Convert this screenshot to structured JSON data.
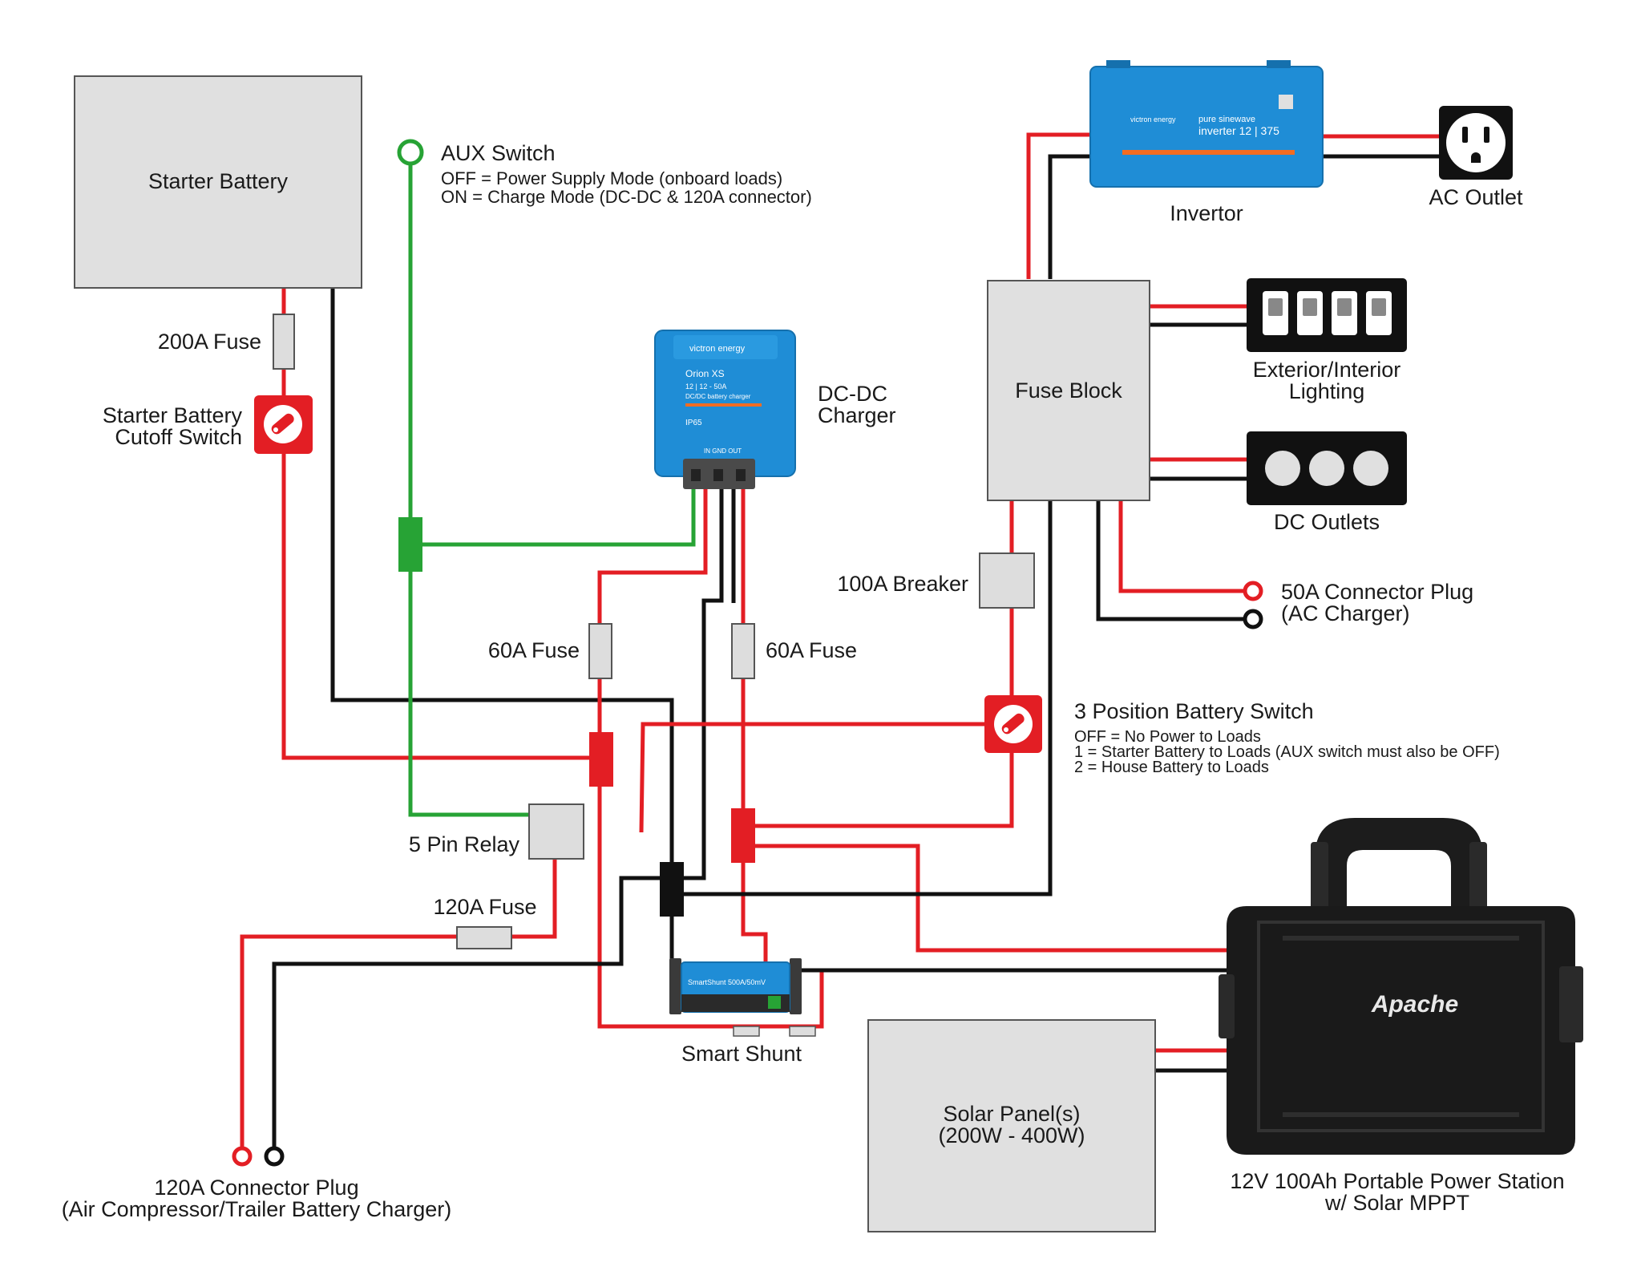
{
  "labels": {
    "starter_battery": "Starter Battery",
    "aux_switch_title": "AUX Switch",
    "aux_switch_off": "OFF = Power Supply Mode (onboard loads)",
    "aux_switch_on": "ON = Charge Mode (DC-DC & 120A connector)",
    "fuse_200a": "200A Fuse",
    "cutoff_line1": "Starter Battery",
    "cutoff_line2": "Cutoff Switch",
    "dcdc_line1": "DC-DC",
    "dcdc_line2": "Charger",
    "fuse_60a_left": "60A Fuse",
    "fuse_60a_right": "60A Fuse",
    "relay_5pin": "5 Pin Relay",
    "fuse_120a": "120A Fuse",
    "smart_shunt": "Smart Shunt",
    "connector_120a_line1": "120A Connector Plug",
    "connector_120a_line2": "(Air Compressor/Trailer Battery Charger)",
    "invertor": "Invertor",
    "ac_outlet": "AC Outlet",
    "fuse_block": "Fuse Block",
    "lighting_line1": "Exterior/Interior",
    "lighting_line2": "Lighting",
    "dc_outlets": "DC Outlets",
    "breaker_100a": "100A Breaker",
    "connector_50a_line1": "50A Connector Plug",
    "connector_50a_line2": "(AC Charger)",
    "batt_switch_title": "3 Position Battery Switch",
    "batt_switch_off": "OFF = No Power to Loads",
    "batt_switch_1": "1 = Starter Battery to Loads (AUX switch must also be OFF)",
    "batt_switch_2": "2 = House Battery to Loads",
    "solar_line1": "Solar Panel(s)",
    "solar_line2": "(200W - 400W)",
    "power_station_line1": "12V 100Ah Portable Power Station",
    "power_station_line2": "w/ Solar MPPT"
  },
  "devices": {
    "orion_brand": "victron energy",
    "orion_model": "Orion XS",
    "orion_spec": "12 | 12 - 50A",
    "orion_desc": "DC/DC battery charger",
    "orion_ip": "IP65",
    "orion_terms": "IN   GND   OUT",
    "inverter_brand": "victron energy",
    "inverter_line1": "pure sinewave",
    "inverter_line2": "inverter 12 | 375",
    "shunt_text": "SmartShunt 500A/50mV",
    "case_brand": "Apache"
  },
  "colors": {
    "positive_wire": "#e31e24",
    "negative_wire": "#111111",
    "signal_wire": "#27a335",
    "victron_blue": "#1f8dd6",
    "switch_red": "#e31e24"
  }
}
